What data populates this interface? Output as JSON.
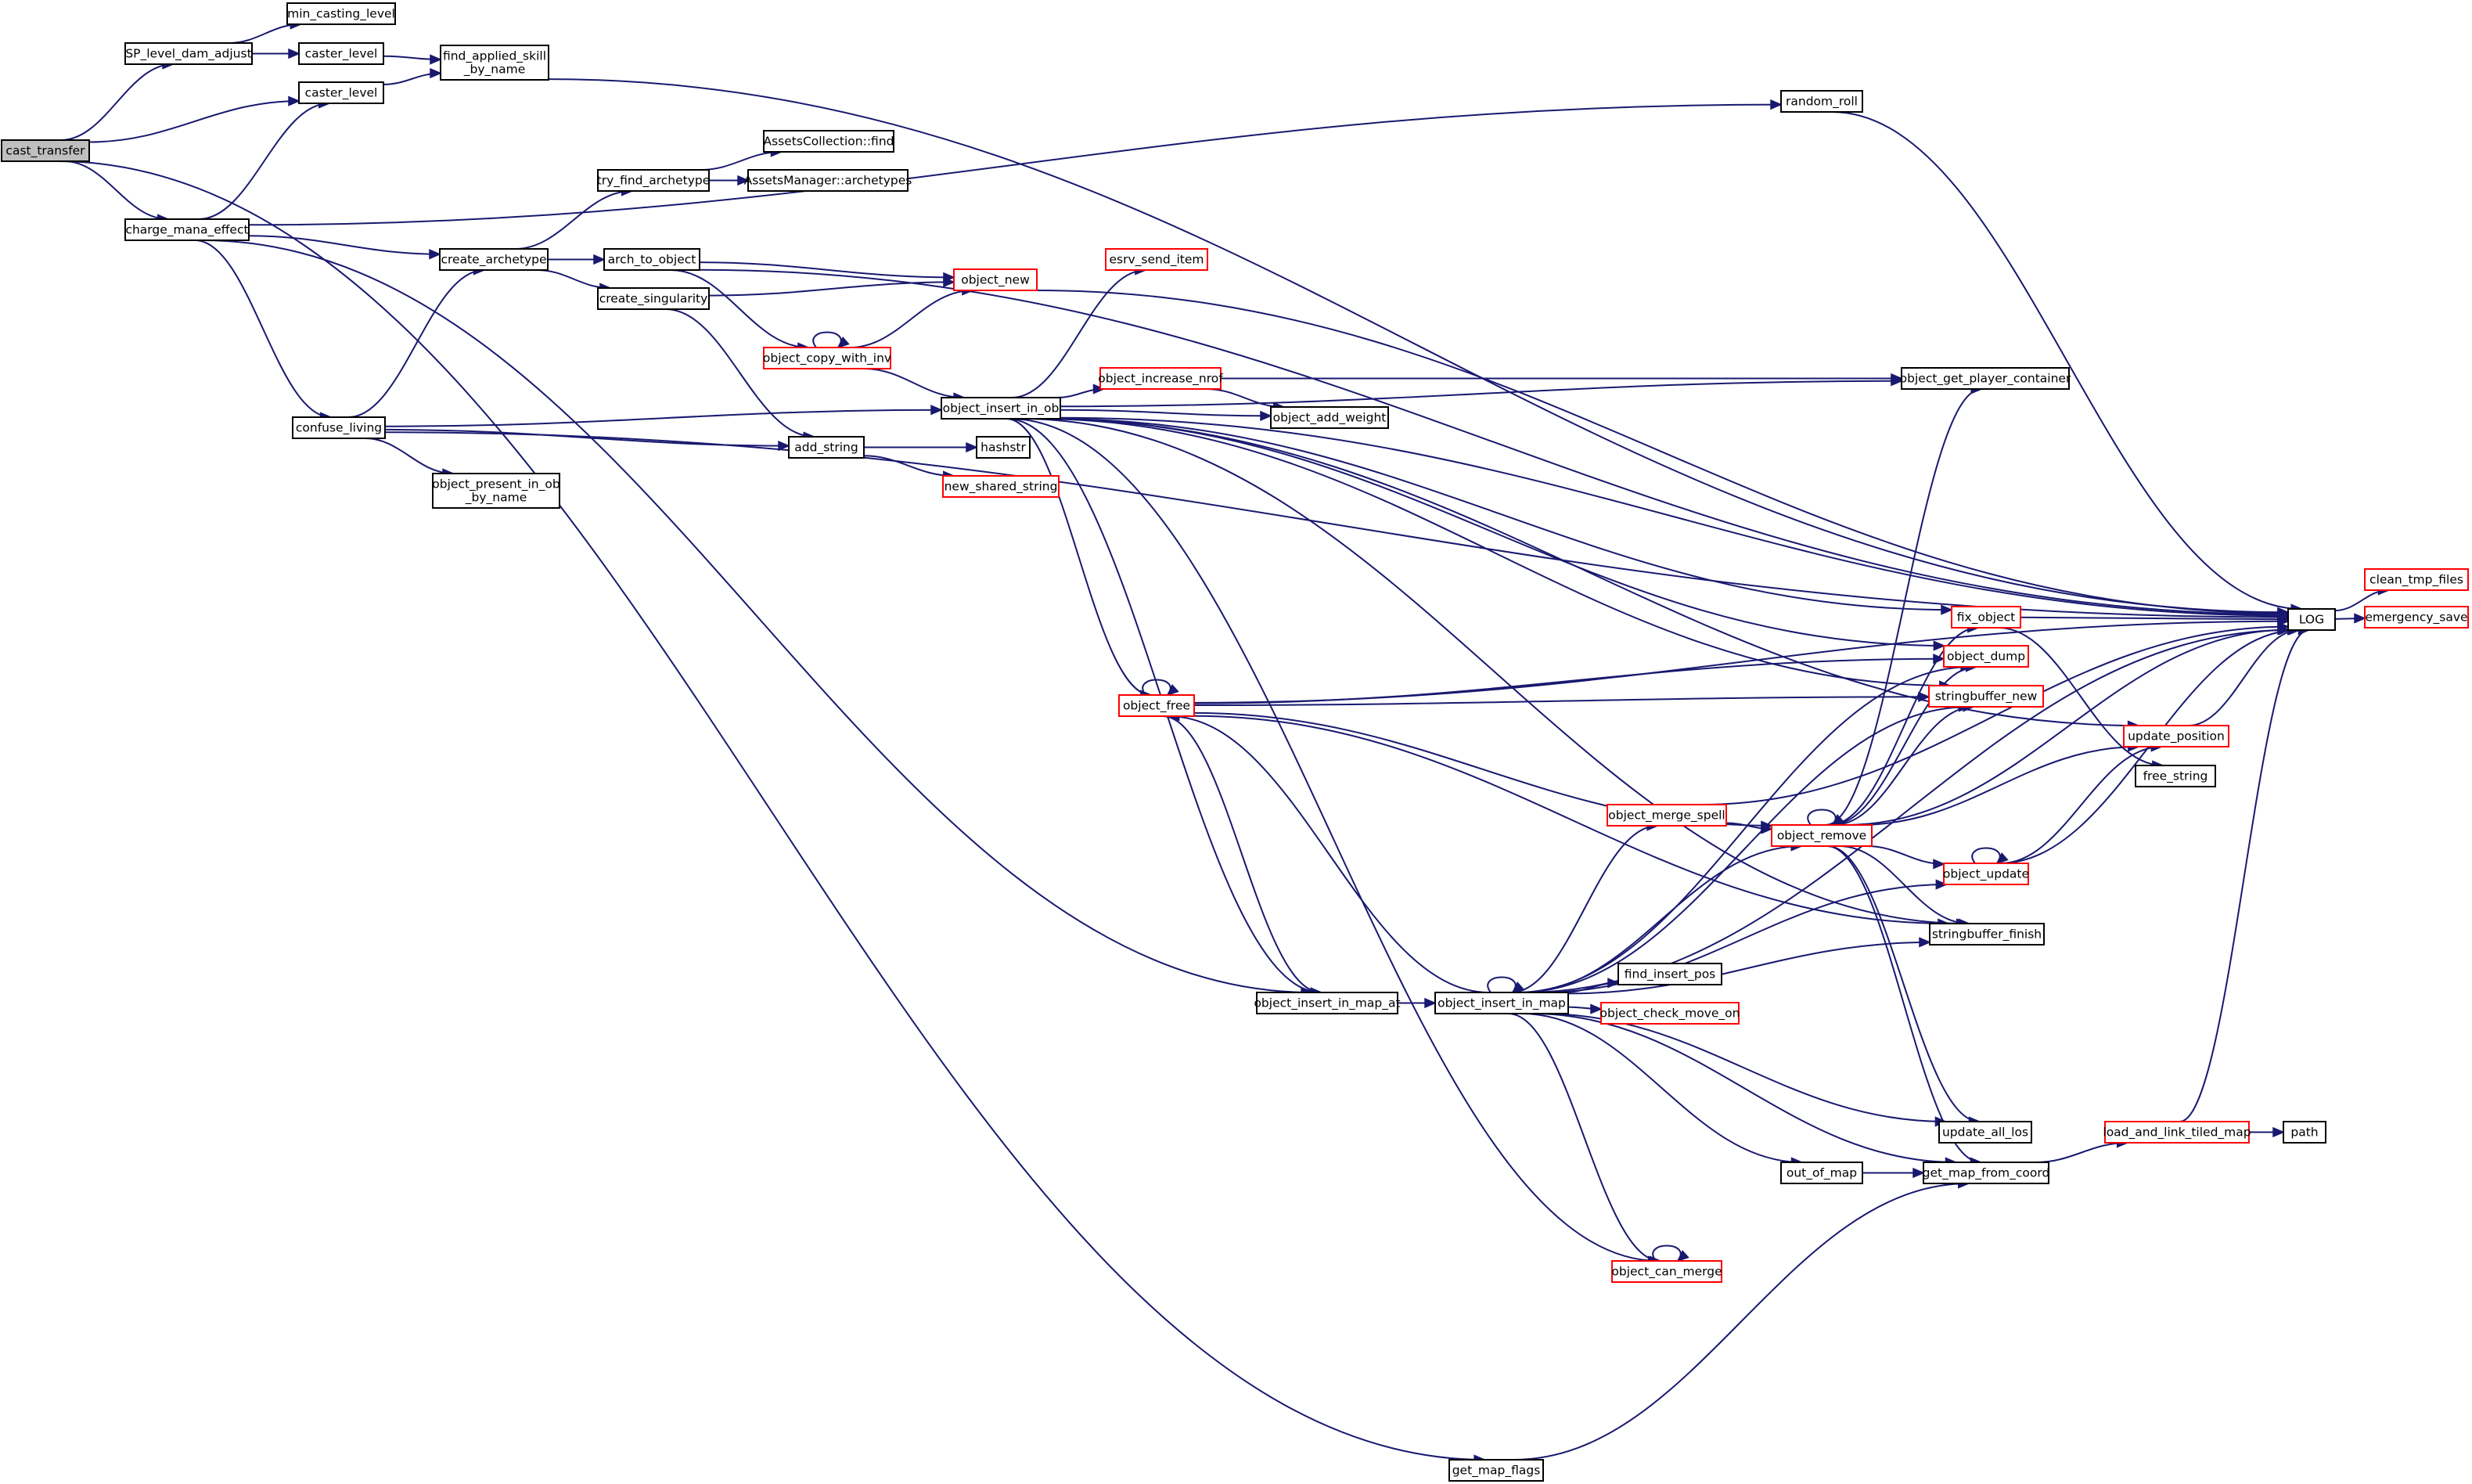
{
  "colors": {
    "edge": "#191970",
    "node_border_normal": "#000000",
    "node_border_truncated": "#ff0000",
    "node_fill": "#ffffff",
    "root_fill": "#bfbfbf"
  },
  "nodes": [
    {
      "id": "cast_transfer",
      "lines": [
        "cast_transfer"
      ],
      "style": "root"
    },
    {
      "id": "SP_level_dam_adjust",
      "lines": [
        "SP_level_dam_adjust"
      ],
      "style": "normal"
    },
    {
      "id": "min_casting_level",
      "lines": [
        "min_casting_level"
      ],
      "style": "normal"
    },
    {
      "id": "caster_level_1",
      "lines": [
        "caster_level"
      ],
      "style": "normal"
    },
    {
      "id": "caster_level_2",
      "lines": [
        "caster_level"
      ],
      "style": "normal"
    },
    {
      "id": "find_applied_skill_by_name",
      "lines": [
        "find_applied_skill",
        "_by_name"
      ],
      "style": "normal"
    },
    {
      "id": "charge_mana_effect",
      "lines": [
        "charge_mana_effect"
      ],
      "style": "normal"
    },
    {
      "id": "random_roll",
      "lines": [
        "random_roll"
      ],
      "style": "normal"
    },
    {
      "id": "LOG",
      "lines": [
        "LOG"
      ],
      "style": "normal"
    },
    {
      "id": "clean_tmp_files",
      "lines": [
        "clean_tmp_files"
      ],
      "style": "truncated"
    },
    {
      "id": "emergency_save",
      "lines": [
        "emergency_save"
      ],
      "style": "truncated"
    },
    {
      "id": "AssetsCollection_find",
      "lines": [
        "AssetsCollection::find"
      ],
      "style": "normal"
    },
    {
      "id": "AssetsManager_archetypes",
      "lines": [
        "AssetsManager::archetypes"
      ],
      "style": "normal"
    },
    {
      "id": "try_find_archetype",
      "lines": [
        "try_find_archetype"
      ],
      "style": "normal"
    },
    {
      "id": "create_archetype",
      "lines": [
        "create_archetype"
      ],
      "style": "normal"
    },
    {
      "id": "arch_to_object",
      "lines": [
        "arch_to_object"
      ],
      "style": "normal"
    },
    {
      "id": "create_singularity",
      "lines": [
        "create_singularity"
      ],
      "style": "normal"
    },
    {
      "id": "object_new",
      "lines": [
        "object_new"
      ],
      "style": "truncated"
    },
    {
      "id": "esrv_send_item",
      "lines": [
        "esrv_send_item"
      ],
      "style": "truncated"
    },
    {
      "id": "object_copy_with_inv",
      "lines": [
        "object_copy_with_inv"
      ],
      "style": "truncated"
    },
    {
      "id": "confuse_living",
      "lines": [
        "confuse_living"
      ],
      "style": "normal"
    },
    {
      "id": "object_insert_in_ob",
      "lines": [
        "object_insert_in_ob"
      ],
      "style": "normal"
    },
    {
      "id": "object_increase_nrof",
      "lines": [
        "object_increase_nrof"
      ],
      "style": "truncated"
    },
    {
      "id": "object_get_player_container",
      "lines": [
        "object_get_player_container"
      ],
      "style": "normal"
    },
    {
      "id": "object_add_weight",
      "lines": [
        "object_add_weight"
      ],
      "style": "normal"
    },
    {
      "id": "add_string",
      "lines": [
        "add_string"
      ],
      "style": "normal"
    },
    {
      "id": "hashstr",
      "lines": [
        "hashstr"
      ],
      "style": "normal"
    },
    {
      "id": "new_shared_string",
      "lines": [
        "new_shared_string"
      ],
      "style": "truncated"
    },
    {
      "id": "object_present_in_ob_by_name",
      "lines": [
        "object_present_in_ob",
        "_by_name"
      ],
      "style": "normal"
    },
    {
      "id": "fix_object",
      "lines": [
        "fix_object"
      ],
      "style": "truncated"
    },
    {
      "id": "object_dump",
      "lines": [
        "object_dump"
      ],
      "style": "truncated"
    },
    {
      "id": "stringbuffer_new",
      "lines": [
        "stringbuffer_new"
      ],
      "style": "truncated"
    },
    {
      "id": "object_free",
      "lines": [
        "object_free"
      ],
      "style": "truncated"
    },
    {
      "id": "update_position",
      "lines": [
        "update_position"
      ],
      "style": "truncated"
    },
    {
      "id": "free_string",
      "lines": [
        "free_string"
      ],
      "style": "normal"
    },
    {
      "id": "object_merge_spell",
      "lines": [
        "object_merge_spell"
      ],
      "style": "truncated"
    },
    {
      "id": "object_remove",
      "lines": [
        "object_remove"
      ],
      "style": "truncated"
    },
    {
      "id": "object_update",
      "lines": [
        "object_update"
      ],
      "style": "truncated"
    },
    {
      "id": "stringbuffer_finish",
      "lines": [
        "stringbuffer_finish"
      ],
      "style": "normal"
    },
    {
      "id": "find_insert_pos",
      "lines": [
        "find_insert_pos"
      ],
      "style": "normal"
    },
    {
      "id": "object_insert_in_map_at",
      "lines": [
        "object_insert_in_map_at"
      ],
      "style": "normal"
    },
    {
      "id": "object_insert_in_map",
      "lines": [
        "object_insert_in_map"
      ],
      "style": "normal"
    },
    {
      "id": "object_check_move_on",
      "lines": [
        "object_check_move_on"
      ],
      "style": "truncated"
    },
    {
      "id": "update_all_los",
      "lines": [
        "update_all_los"
      ],
      "style": "normal"
    },
    {
      "id": "load_and_link_tiled_map",
      "lines": [
        "load_and_link_tiled_map"
      ],
      "style": "truncated"
    },
    {
      "id": "path",
      "lines": [
        "path"
      ],
      "style": "normal"
    },
    {
      "id": "out_of_map",
      "lines": [
        "out_of_map"
      ],
      "style": "normal"
    },
    {
      "id": "get_map_from_coord",
      "lines": [
        "get_map_from_coord"
      ],
      "style": "normal"
    },
    {
      "id": "object_can_merge",
      "lines": [
        "object_can_merge"
      ],
      "style": "truncated"
    },
    {
      "id": "get_map_flags",
      "lines": [
        "get_map_flags"
      ],
      "style": "normal"
    }
  ],
  "edges": [
    [
      "cast_transfer",
      "SP_level_dam_adjust"
    ],
    [
      "cast_transfer",
      "caster_level_2"
    ],
    [
      "cast_transfer",
      "charge_mana_effect"
    ],
    [
      "cast_transfer",
      "get_map_flags"
    ],
    [
      "SP_level_dam_adjust",
      "min_casting_level"
    ],
    [
      "SP_level_dam_adjust",
      "caster_level_1"
    ],
    [
      "caster_level_1",
      "find_applied_skill_by_name"
    ],
    [
      "caster_level_2",
      "find_applied_skill_by_name"
    ],
    [
      "find_applied_skill_by_name",
      "LOG"
    ],
    [
      "charge_mana_effect",
      "caster_level_2"
    ],
    [
      "charge_mana_effect",
      "random_roll"
    ],
    [
      "charge_mana_effect",
      "create_archetype"
    ],
    [
      "charge_mana_effect",
      "confuse_living"
    ],
    [
      "charge_mana_effect",
      "object_insert_in_map_at"
    ],
    [
      "random_roll",
      "LOG"
    ],
    [
      "LOG",
      "clean_tmp_files"
    ],
    [
      "LOG",
      "emergency_save"
    ],
    [
      "try_find_archetype",
      "AssetsCollection_find"
    ],
    [
      "try_find_archetype",
      "AssetsManager_archetypes"
    ],
    [
      "create_archetype",
      "try_find_archetype"
    ],
    [
      "create_archetype",
      "arch_to_object"
    ],
    [
      "create_archetype",
      "create_singularity"
    ],
    [
      "arch_to_object",
      "LOG"
    ],
    [
      "arch_to_object",
      "object_new"
    ],
    [
      "arch_to_object",
      "object_copy_with_inv"
    ],
    [
      "create_singularity",
      "object_new"
    ],
    [
      "create_singularity",
      "add_string"
    ],
    [
      "object_copy_with_inv",
      "object_new"
    ],
    [
      "object_copy_with_inv",
      "object_copy_with_inv"
    ],
    [
      "object_copy_with_inv",
      "object_insert_in_ob"
    ],
    [
      "object_new",
      "LOG"
    ],
    [
      "confuse_living",
      "create_archetype"
    ],
    [
      "confuse_living",
      "object_insert_in_ob"
    ],
    [
      "confuse_living",
      "add_string"
    ],
    [
      "confuse_living",
      "object_present_in_ob_by_name"
    ],
    [
      "confuse_living",
      "LOG"
    ],
    [
      "object_insert_in_ob",
      "LOG"
    ],
    [
      "object_insert_in_ob",
      "esrv_send_item"
    ],
    [
      "object_insert_in_ob",
      "object_increase_nrof"
    ],
    [
      "object_insert_in_ob",
      "object_get_player_container"
    ],
    [
      "object_insert_in_ob",
      "object_add_weight"
    ],
    [
      "object_insert_in_ob",
      "update_position"
    ],
    [
      "object_insert_in_ob",
      "fix_object"
    ],
    [
      "object_insert_in_ob",
      "object_dump"
    ],
    [
      "object_insert_in_ob",
      "stringbuffer_new"
    ],
    [
      "object_insert_in_ob",
      "object_free"
    ],
    [
      "object_insert_in_ob",
      "object_insert_in_map_at"
    ],
    [
      "object_insert_in_ob",
      "object_can_merge"
    ],
    [
      "object_insert_in_ob",
      "stringbuffer_finish"
    ],
    [
      "object_increase_nrof",
      "object_add_weight"
    ],
    [
      "object_increase_nrof",
      "object_get_player_container"
    ],
    [
      "add_string",
      "hashstr"
    ],
    [
      "add_string",
      "new_shared_string"
    ],
    [
      "object_free",
      "object_free"
    ],
    [
      "object_free",
      "LOG"
    ],
    [
      "object_free",
      "object_dump"
    ],
    [
      "object_free",
      "stringbuffer_new"
    ],
    [
      "object_free",
      "object_remove"
    ],
    [
      "object_free",
      "stringbuffer_finish"
    ],
    [
      "object_free",
      "object_insert_in_map_at"
    ],
    [
      "fix_object",
      "LOG"
    ],
    [
      "fix_object",
      "free_string"
    ],
    [
      "update_position",
      "LOG"
    ],
    [
      "object_merge_spell",
      "LOG"
    ],
    [
      "object_merge_spell",
      "object_remove"
    ],
    [
      "object_remove",
      "object_remove"
    ],
    [
      "object_remove",
      "LOG"
    ],
    [
      "object_remove",
      "object_get_player_container"
    ],
    [
      "object_remove",
      "fix_object"
    ],
    [
      "object_remove",
      "object_dump"
    ],
    [
      "object_remove",
      "stringbuffer_new"
    ],
    [
      "object_remove",
      "update_position"
    ],
    [
      "object_remove",
      "object_update"
    ],
    [
      "object_remove",
      "stringbuffer_finish"
    ],
    [
      "object_remove",
      "update_all_los"
    ],
    [
      "object_remove",
      "get_map_from_coord"
    ],
    [
      "object_update",
      "object_update"
    ],
    [
      "object_update",
      "LOG"
    ],
    [
      "object_update",
      "update_position"
    ],
    [
      "object_insert_in_map_at",
      "object_insert_in_map"
    ],
    [
      "object_insert_in_map",
      "object_insert_in_map"
    ],
    [
      "object_insert_in_map",
      "object_free"
    ],
    [
      "object_insert_in_map",
      "object_dump"
    ],
    [
      "object_insert_in_map",
      "stringbuffer_new"
    ],
    [
      "object_insert_in_map",
      "object_merge_spell"
    ],
    [
      "object_insert_in_map",
      "object_remove"
    ],
    [
      "object_insert_in_map",
      "object_update"
    ],
    [
      "object_insert_in_map",
      "stringbuffer_finish"
    ],
    [
      "object_insert_in_map",
      "find_insert_pos"
    ],
    [
      "object_insert_in_map",
      "object_check_move_on"
    ],
    [
      "object_insert_in_map",
      "LOG"
    ],
    [
      "object_insert_in_map",
      "update_all_los"
    ],
    [
      "object_insert_in_map",
      "out_of_map"
    ],
    [
      "object_insert_in_map",
      "get_map_from_coord"
    ],
    [
      "object_insert_in_map",
      "object_can_merge"
    ],
    [
      "object_can_merge",
      "object_can_merge"
    ],
    [
      "out_of_map",
      "get_map_from_coord"
    ],
    [
      "get_map_from_coord",
      "load_and_link_tiled_map"
    ],
    [
      "load_and_link_tiled_map",
      "LOG"
    ],
    [
      "load_and_link_tiled_map",
      "path"
    ],
    [
      "get_map_flags",
      "get_map_from_coord"
    ]
  ]
}
